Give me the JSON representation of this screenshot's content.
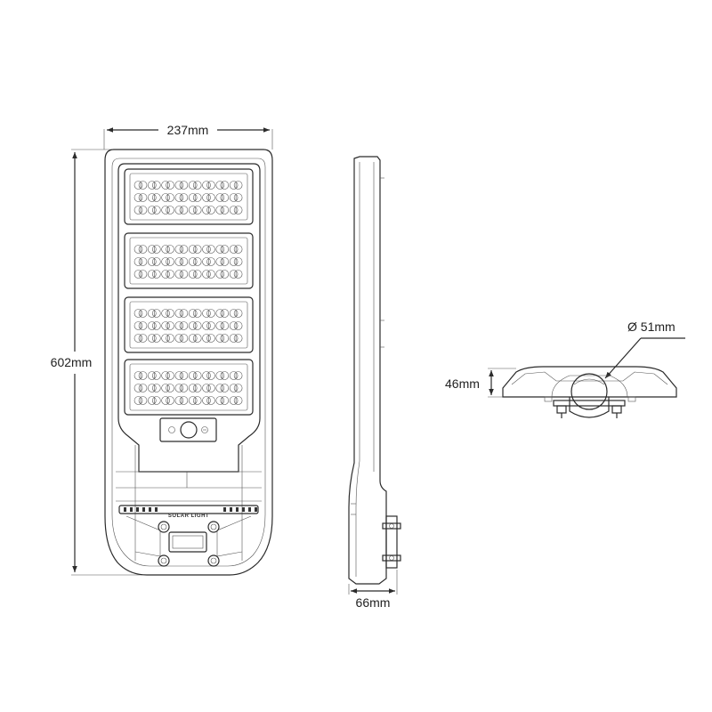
{
  "front_view": {
    "width_label": "237mm",
    "height_label": "602mm",
    "panel_rows": 4,
    "leds_per_row": 8,
    "led_rows_per_panel": 3,
    "logo_text": "SOLAR LIGHT"
  },
  "side_view": {
    "depth_label": "66mm"
  },
  "mount_view": {
    "diameter_label": "Ø 51mm",
    "height_label": "46mm"
  }
}
